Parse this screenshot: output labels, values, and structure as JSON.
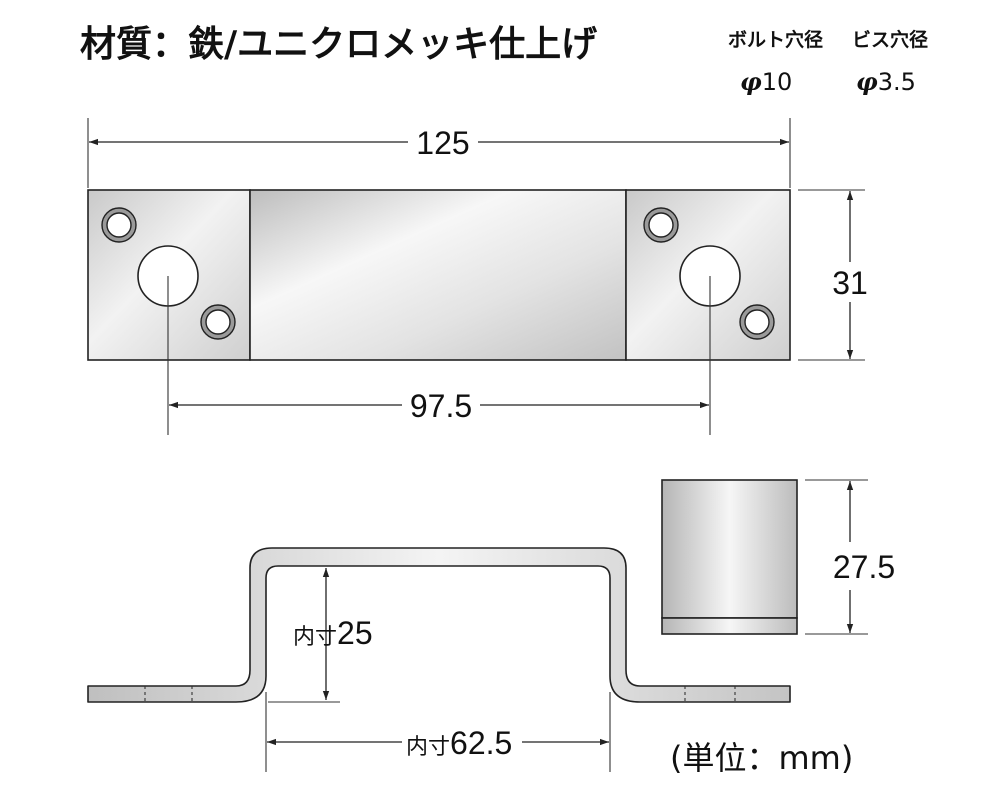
{
  "header": {
    "title": "材質：鉄/ユニクロメッキ仕上げ",
    "specs": [
      {
        "label": "ボルト穴径",
        "symbol": "φ",
        "value": "10"
      },
      {
        "label": "ビス穴径",
        "symbol": "φ",
        "value": "3.5"
      }
    ]
  },
  "top_view": {
    "length": "125",
    "height": "31",
    "hole_pitch": "97.5"
  },
  "side_view": {
    "inner_height_label": "内寸",
    "inner_height": "25",
    "inner_width_label": "内寸",
    "inner_width": "62.5"
  },
  "end_view": {
    "height": "27.5"
  },
  "unit_note": "(単位：mm)",
  "colors": {
    "metal_light": "#f4f4f4",
    "metal_mid": "#d9d9d9",
    "metal_dark": "#a9a9a9",
    "line": "#222222"
  }
}
